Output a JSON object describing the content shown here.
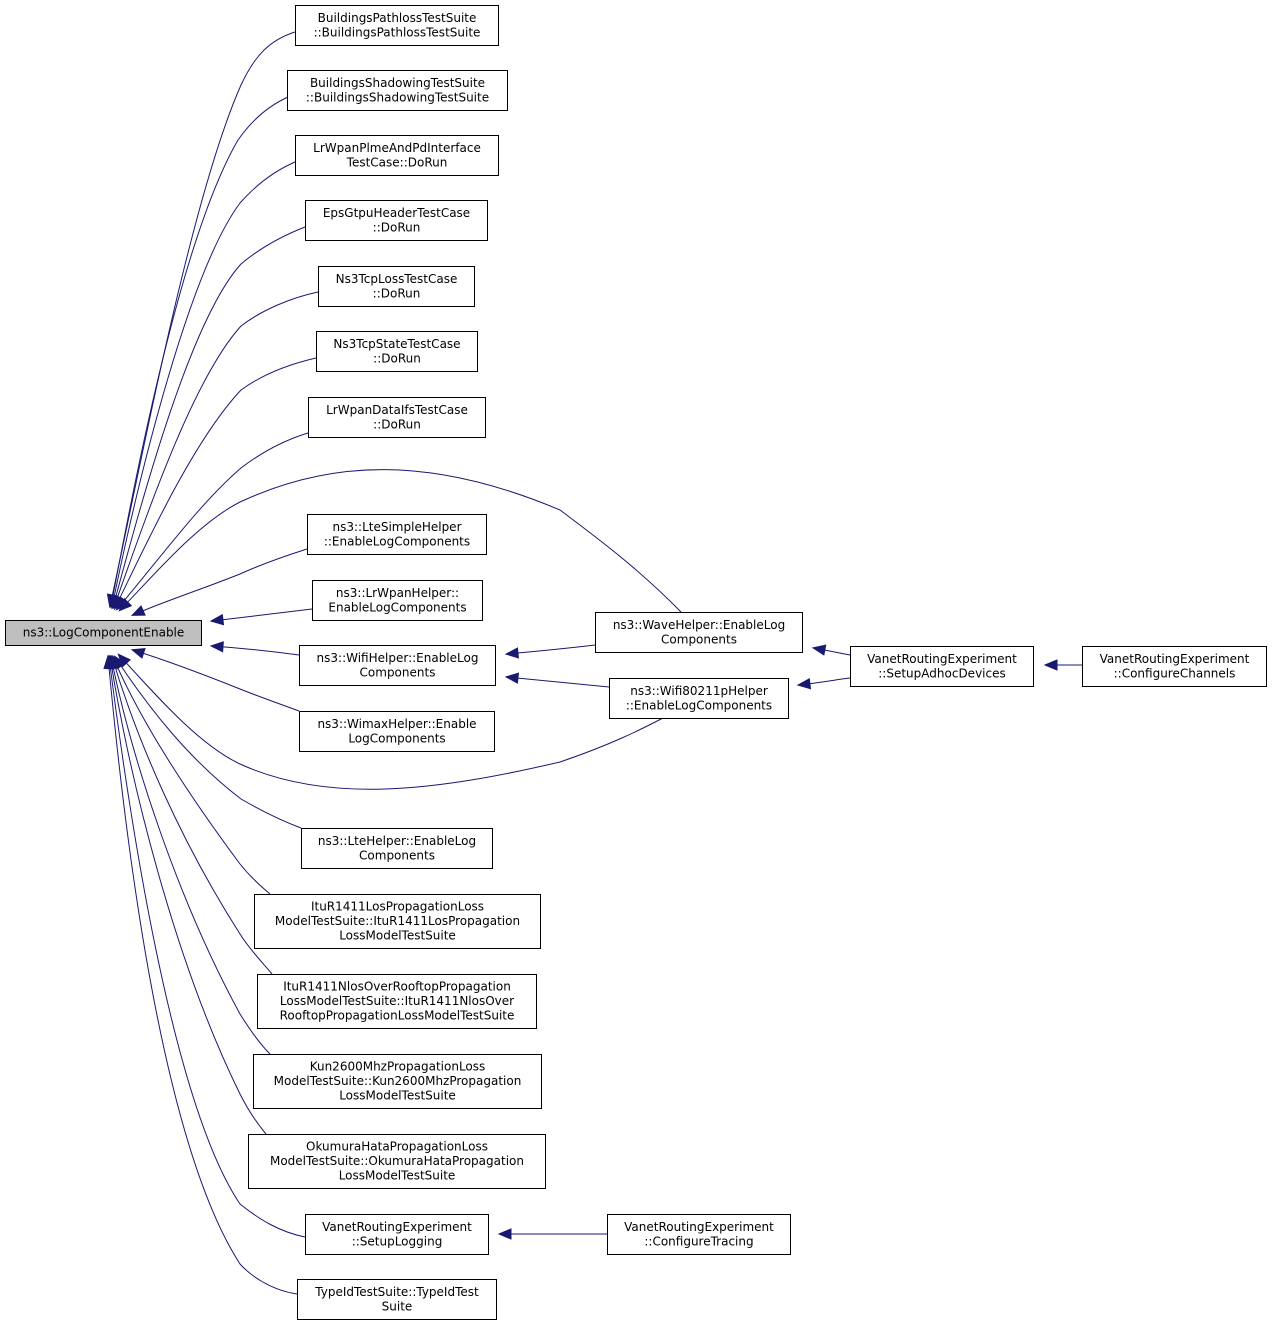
{
  "nodes": {
    "root": {
      "lines": [
        "ns3::LogComponentEnable"
      ],
      "highlighted": true
    },
    "n1": {
      "lines": [
        "BuildingsPathlossTestSuite",
        "::BuildingsPathlossTestSuite"
      ]
    },
    "n2": {
      "lines": [
        "BuildingsShadowingTestSuite",
        "::BuildingsShadowingTestSuite"
      ]
    },
    "n3": {
      "lines": [
        "LrWpanPlmeAndPdInterface",
        "TestCase::DoRun"
      ]
    },
    "n4": {
      "lines": [
        "EpsGtpuHeaderTestCase",
        "::DoRun"
      ]
    },
    "n5": {
      "lines": [
        "Ns3TcpLossTestCase",
        "::DoRun"
      ]
    },
    "n6": {
      "lines": [
        "Ns3TcpStateTestCase",
        "::DoRun"
      ]
    },
    "n7": {
      "lines": [
        "LrWpanDataIfsTestCase",
        "::DoRun"
      ]
    },
    "n8": {
      "lines": [
        "ns3::LteSimpleHelper",
        "::EnableLogComponents"
      ]
    },
    "n9": {
      "lines": [
        "ns3::LrWpanHelper::",
        "EnableLogComponents"
      ]
    },
    "n10": {
      "lines": [
        "ns3::WifiHelper::EnableLog",
        "Components"
      ]
    },
    "n11": {
      "lines": [
        "ns3::WimaxHelper::Enable",
        "LogComponents"
      ]
    },
    "n12": {
      "lines": [
        "ns3::LteHelper::EnableLog",
        "Components"
      ]
    },
    "n13": {
      "lines": [
        "ItuR1411LosPropagationLoss",
        "ModelTestSuite::ItuR1411LosPropagation",
        "LossModelTestSuite"
      ]
    },
    "n14": {
      "lines": [
        "ItuR1411NlosOverRooftopPropagation",
        "LossModelTestSuite::ItuR1411NlosOver",
        "RooftopPropagationLossModelTestSuite"
      ]
    },
    "n15": {
      "lines": [
        "Kun2600MhzPropagationLoss",
        "ModelTestSuite::Kun2600MhzPropagation",
        "LossModelTestSuite"
      ]
    },
    "n16": {
      "lines": [
        "OkumuraHataPropagationLoss",
        "ModelTestSuite::OkumuraHataPropagation",
        "LossModelTestSuite"
      ]
    },
    "n17": {
      "lines": [
        "VanetRoutingExperiment",
        "::SetupLogging"
      ]
    },
    "n18": {
      "lines": [
        "TypeIdTestSuite::TypeIdTest",
        "Suite"
      ]
    },
    "n19": {
      "lines": [
        "ns3::WaveHelper::EnableLog",
        "Components"
      ]
    },
    "n20": {
      "lines": [
        "ns3::Wifi80211pHelper",
        "::EnableLogComponents"
      ]
    },
    "n21": {
      "lines": [
        "VanetRoutingExperiment",
        "::SetupAdhocDevices"
      ]
    },
    "n22": {
      "lines": [
        "VanetRoutingExperiment",
        "::ConfigureChannels"
      ]
    },
    "n23": {
      "lines": [
        "VanetRoutingExperiment",
        "::ConfigureTracing"
      ]
    }
  },
  "edges": [
    {
      "from": "n1",
      "to": "root"
    },
    {
      "from": "n2",
      "to": "root"
    },
    {
      "from": "n3",
      "to": "root"
    },
    {
      "from": "n4",
      "to": "root"
    },
    {
      "from": "n5",
      "to": "root"
    },
    {
      "from": "n6",
      "to": "root"
    },
    {
      "from": "n7",
      "to": "root"
    },
    {
      "from": "n19",
      "to": "root"
    },
    {
      "from": "n8",
      "to": "root"
    },
    {
      "from": "n9",
      "to": "root"
    },
    {
      "from": "n10",
      "to": "root"
    },
    {
      "from": "n11",
      "to": "root"
    },
    {
      "from": "n20",
      "to": "root"
    },
    {
      "from": "n12",
      "to": "root"
    },
    {
      "from": "n13",
      "to": "root"
    },
    {
      "from": "n14",
      "to": "root"
    },
    {
      "from": "n15",
      "to": "root"
    },
    {
      "from": "n16",
      "to": "root"
    },
    {
      "from": "n17",
      "to": "root"
    },
    {
      "from": "n18",
      "to": "root"
    },
    {
      "from": "n19",
      "to": "n10"
    },
    {
      "from": "n20",
      "to": "n10"
    },
    {
      "from": "n21",
      "to": "n19"
    },
    {
      "from": "n21",
      "to": "n20"
    },
    {
      "from": "n22",
      "to": "n21"
    },
    {
      "from": "n23",
      "to": "n17"
    }
  ],
  "colors": {
    "edge": "#191970",
    "root_fill": "#bfbfbf",
    "node_fill": "#ffffff",
    "node_border": "#000000"
  }
}
